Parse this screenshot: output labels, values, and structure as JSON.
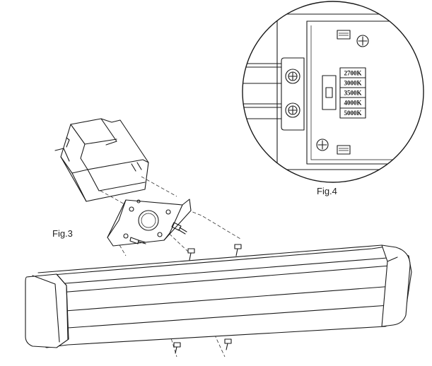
{
  "figures": {
    "fig3_label": "Fig.3",
    "fig4_label": "Fig.4"
  },
  "cct_switch": {
    "options": [
      "2700K",
      "3000K",
      "3500K",
      "4000K",
      "5000K"
    ]
  },
  "colors": {
    "line": "#1a1a1a",
    "background": "#ffffff"
  }
}
